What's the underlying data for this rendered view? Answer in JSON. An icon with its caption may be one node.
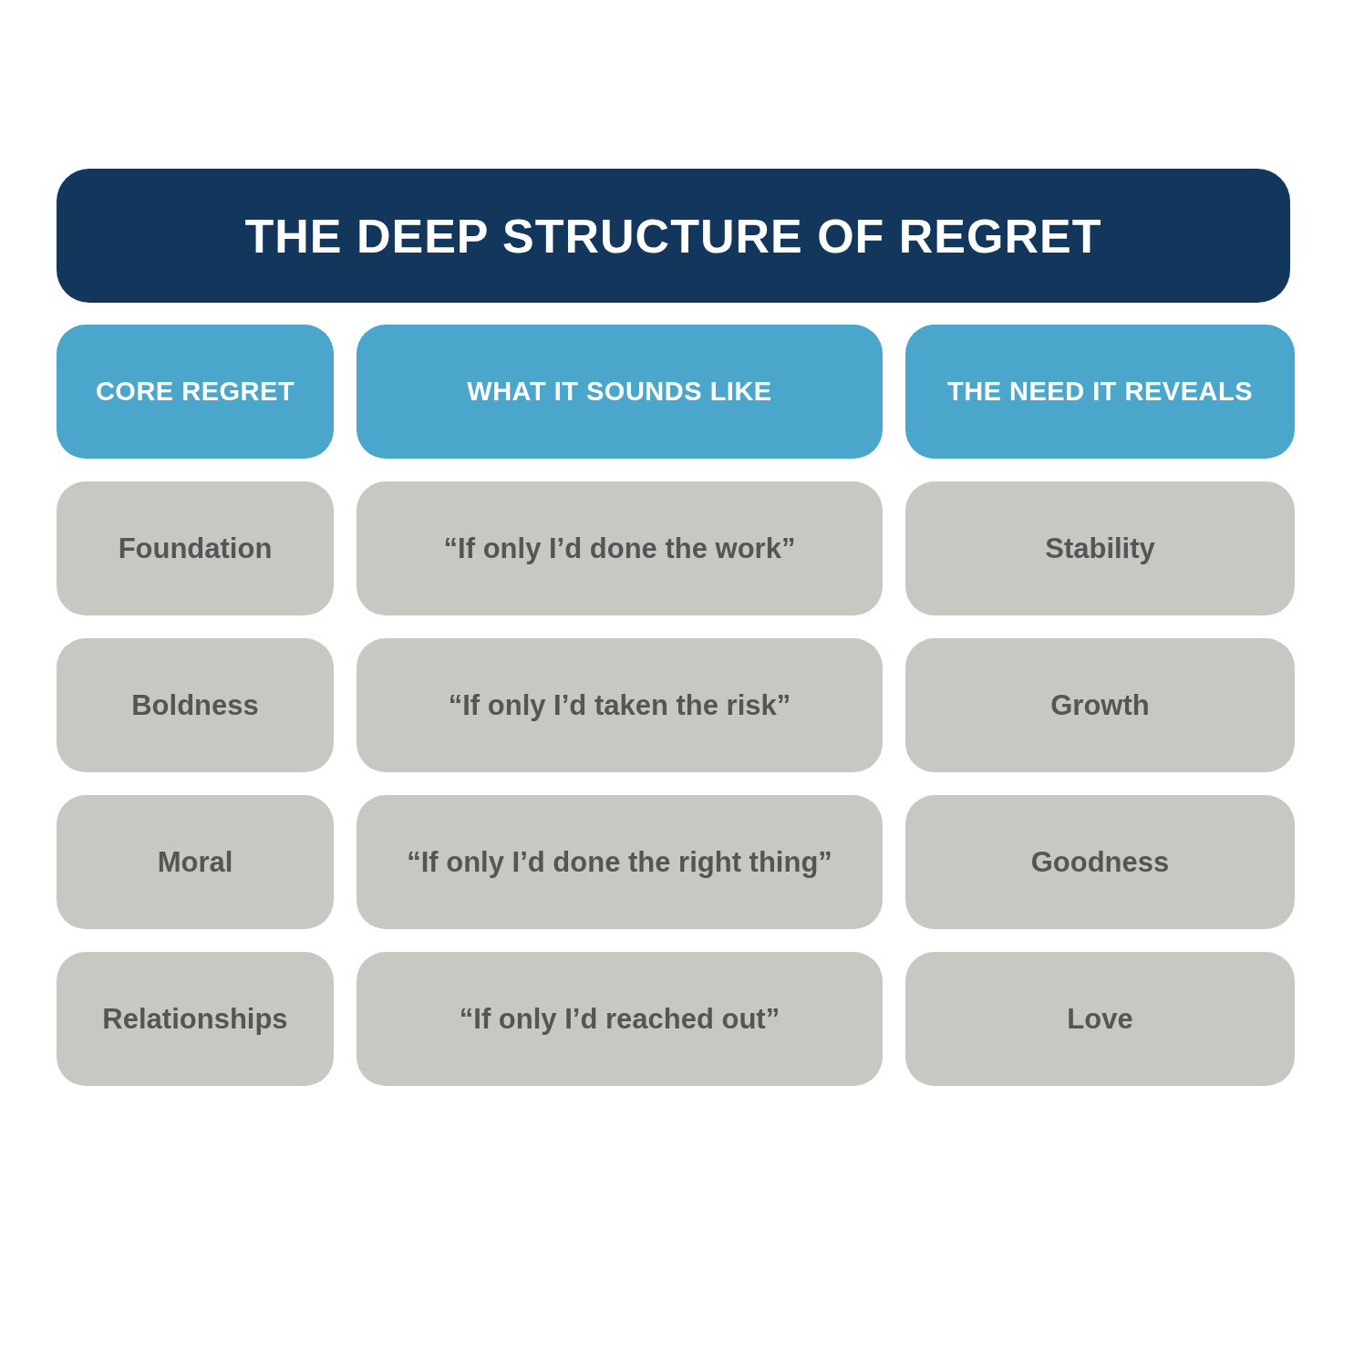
{
  "diagram": {
    "title": "THE DEEP STRUCTURE OF REGRET",
    "nodes": [
      {
        "text": [
          "CORE REGRET"
        ]
      },
      {
        "text": [
          "WHAT IT SOUNDS LIKE"
        ]
      },
      {
        "text": [
          "THE NEED IT REVEALS"
        ]
      },
      {
        "text": [
          "Foundation"
        ]
      },
      {
        "text": [
          "“If only I’d done the work”"
        ]
      },
      {
        "text": [
          "Stability"
        ]
      },
      {
        "text": [
          "Boldness"
        ]
      },
      {
        "text": [
          "“If only I’d taken the risk”"
        ]
      },
      {
        "text": [
          "Growth"
        ]
      },
      {
        "text": [
          "Moral"
        ]
      },
      {
        "text": [
          "“If only I’d done the right thing”"
        ]
      },
      {
        "text": [
          "Goodness"
        ]
      },
      {
        "text": [
          "Relationships"
        ]
      },
      {
        "text": [
          "“If only I’d reached out”"
        ]
      },
      {
        "text": [
          "Love"
        ]
      }
    ]
  }
}
